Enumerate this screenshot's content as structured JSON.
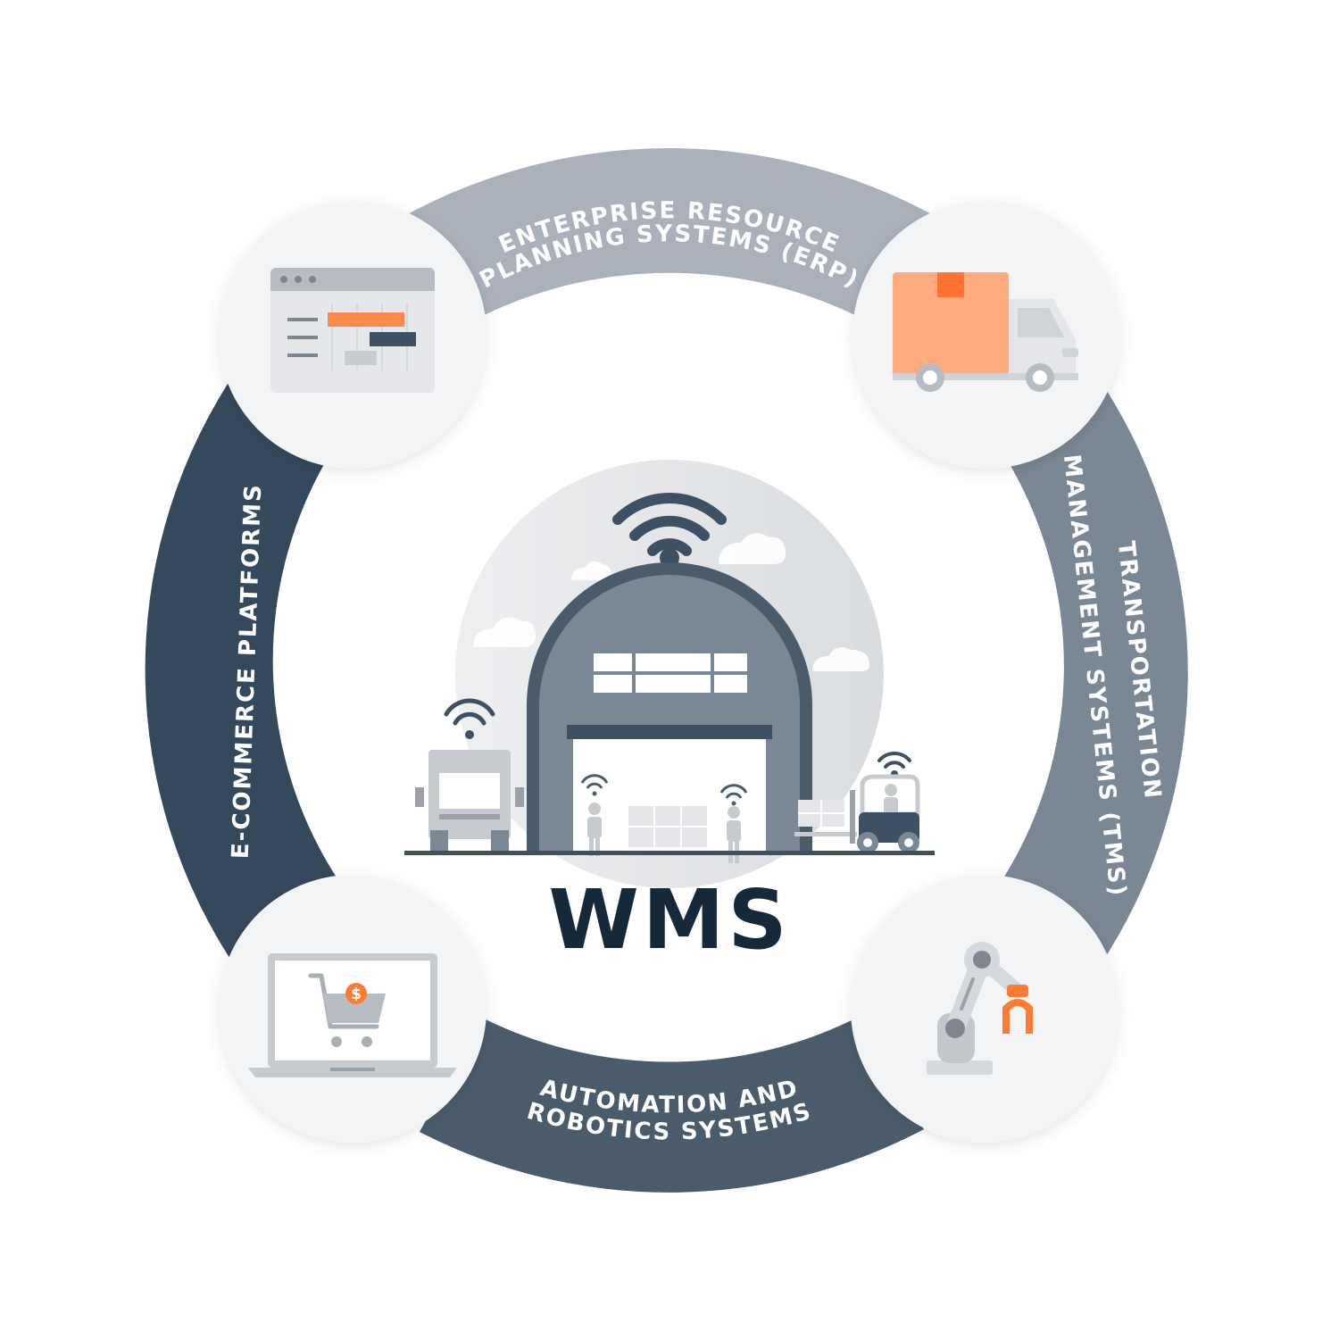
{
  "center": {
    "title": "WMS"
  },
  "segments": [
    {
      "id": "erp",
      "lines": [
        "ENTERPRISE RESOURCE",
        "PLANNING SYSTEMS (ERP)"
      ]
    },
    {
      "id": "tms",
      "lines": [
        "TRANSPORTATION",
        "MANAGEMENT SYSTEMS (TMS)"
      ]
    },
    {
      "id": "robotics",
      "lines": [
        "AUTOMATION AND",
        "ROBOTICS SYSTEMS"
      ]
    },
    {
      "id": "ecommerce",
      "lines": [
        "E-COMMERCE PLATFORMS"
      ]
    }
  ],
  "nodes": [
    {
      "id": "erp-node",
      "icon": "dashboard-window-icon"
    },
    {
      "id": "tms-node",
      "icon": "delivery-truck-icon"
    },
    {
      "id": "robotics-node",
      "icon": "robotic-arm-icon"
    },
    {
      "id": "ecommerce-node",
      "icon": "laptop-shopping-cart-icon"
    }
  ],
  "colors": {
    "erp_segment": "#aab1bb",
    "tms_segment": "#7a8794",
    "robotics_segment": "#4a5c6c",
    "ecommerce_segment": "#35495c",
    "title": "#16293a",
    "accent_orange": "#ff8a4c",
    "node_fill": "#f3f4f6"
  }
}
